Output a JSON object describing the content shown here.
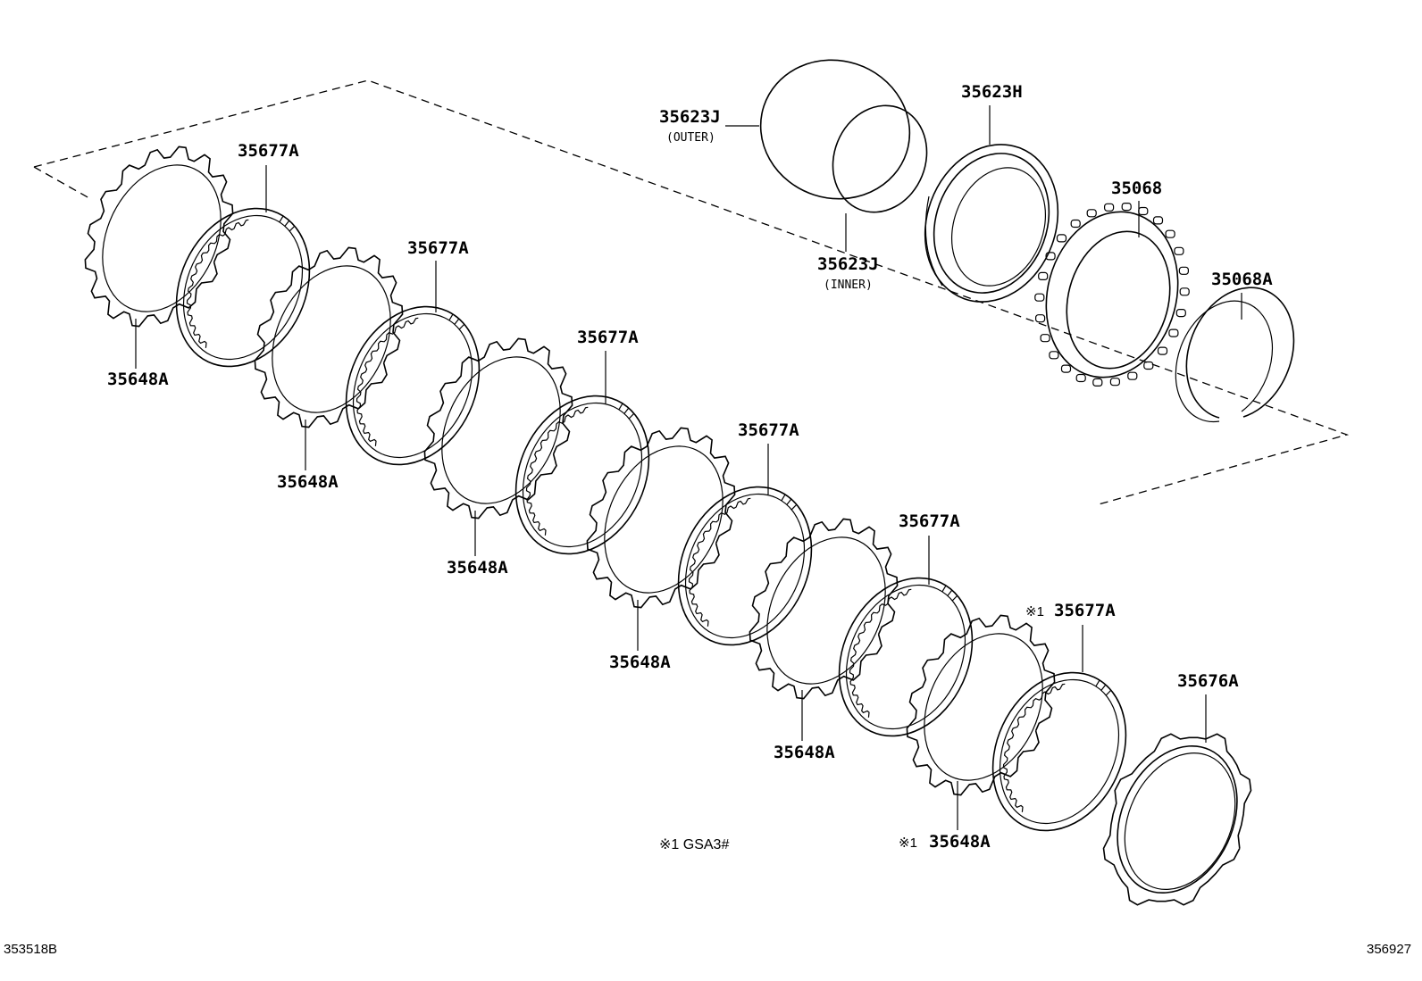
{
  "labels": {
    "l35677a_1": "35677A",
    "l35677a_2": "35677A",
    "l35677a_3": "35677A",
    "l35677a_4": "35677A",
    "l35677a_5": "35677A",
    "l35677a_6": "35677A",
    "l35648a_1": "35648A",
    "l35648a_2": "35648A",
    "l35648a_3": "35648A",
    "l35648a_4": "35648A",
    "l35648a_5": "35648A",
    "l35648a_6": "35648A",
    "l35623j_outer": "35623J",
    "outer_sub": "(OUTER)",
    "l35623j_inner": "35623J",
    "inner_sub": "(INNER)",
    "l35623h": "35623H",
    "l35068": "35068",
    "l35068a": "35068A",
    "l35676a": "35676A",
    "mark1": "※1",
    "mark2": "※1"
  },
  "footnote": "※1   GSA3#",
  "ref_left": "353518B",
  "ref_right": "356927",
  "icons": {
    "steel_plate": "toothed-ring-icon",
    "friction_disc": "splined-disc-icon",
    "piston_seal": "o-ring-icon",
    "piston": "piston-icon",
    "spring_retainer": "spring-retainer-icon",
    "snap_ring": "snap-ring-icon",
    "reaction_plate": "flanged-plate-icon"
  }
}
